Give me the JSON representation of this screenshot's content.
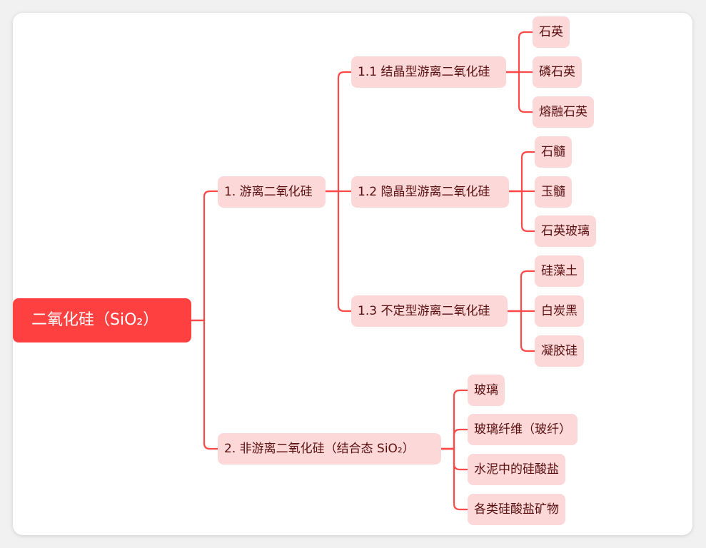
{
  "root": "二氧化硅（SiO₂）",
  "branches": [
    {
      "label": "1. 游离二氧化硅",
      "children": [
        {
          "label": "1.1 结晶型游离二氧化硅",
          "children": [
            "石英",
            "磷石英",
            "熔融石英"
          ]
        },
        {
          "label": "1.2 隐晶型游离二氧化硅",
          "children": [
            "石髓",
            "玉髓",
            "石英玻璃"
          ]
        },
        {
          "label": "1.3 不定型游离二氧化硅",
          "children": [
            "硅藻土",
            "白炭黑",
            "凝胶硅"
          ]
        }
      ]
    },
    {
      "label": "2. 非游离二氧化硅（结合态 SiO₂）",
      "children": [
        "玻璃",
        "玻璃纤维（玻纤）",
        "水泥中的硅酸盐",
        "各类硅酸盐矿物"
      ]
    }
  ],
  "colors": {
    "root": "#ff4040",
    "node": "#fdd8d8",
    "line": "#ff4848",
    "text": "#5a1010"
  }
}
